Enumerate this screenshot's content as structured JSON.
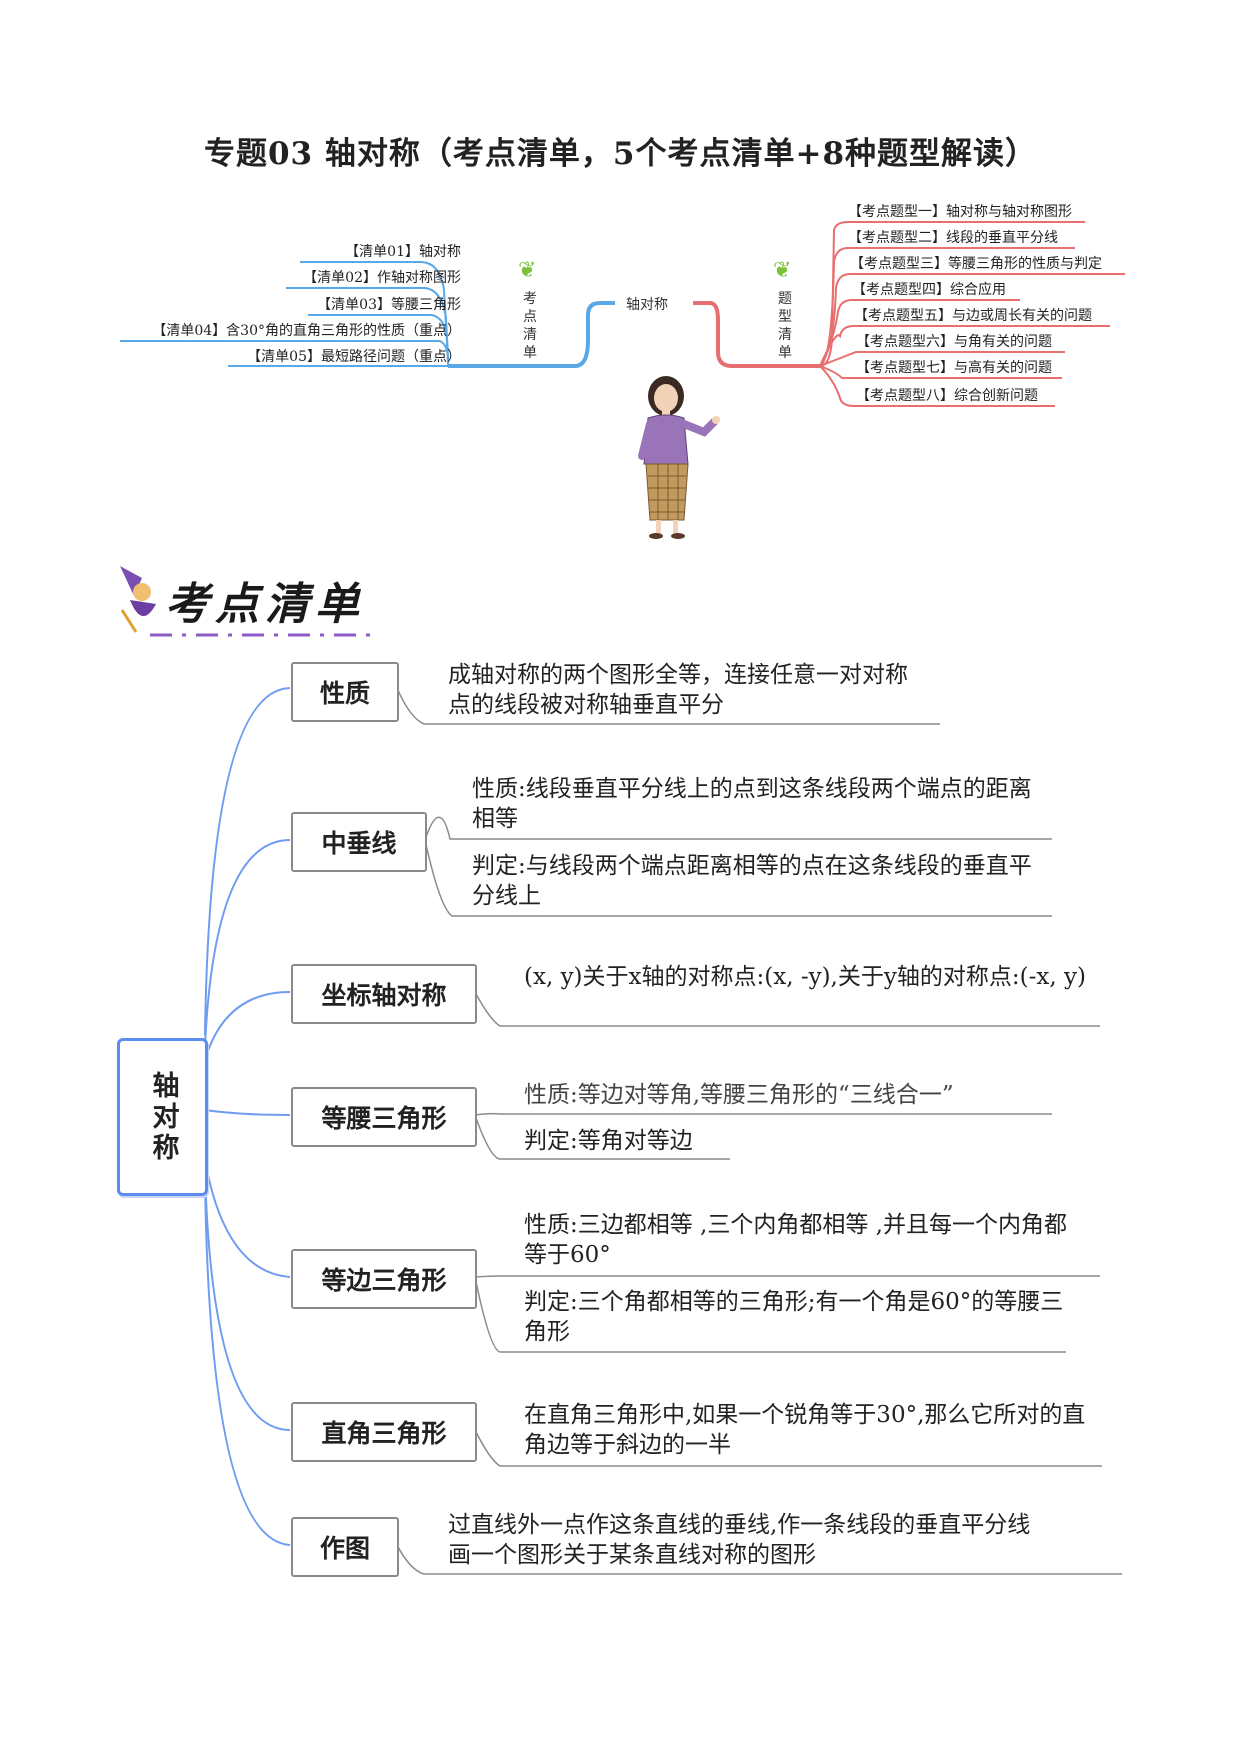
{
  "title": "专题03 轴对称（考点清单，5个考点清单+8种题型解读）",
  "mindmap": {
    "center": "轴对称",
    "left_group": "考点清单",
    "right_group": "题型清单",
    "left_items": [
      "【清单01】轴对称",
      "【清单02】作轴对称图形",
      "【清单03】等腰三角形",
      "【清单04】含30°角的直角三角形的性质（重点）",
      "【清单05】最短路径问题（重点）"
    ],
    "right_items": [
      "【考点题型一】轴对称与轴对称图形",
      "【考点题型二】线段的垂直平分线",
      "【考点题型三】等腰三角形的性质与判定",
      "【考点题型四】综合应用",
      "【考点题型五】与边或周长有关的问题",
      "【考点题型六】与角有关的问题",
      "【考点题型七】与高有关的问题",
      "【考点题型八】综合创新问题"
    ],
    "colors": {
      "left": "#5aa9e6",
      "right": "#e86f6f"
    }
  },
  "banner": "考点清单",
  "tree": {
    "root": "轴对称",
    "branches": [
      {
        "label": "性质",
        "texts": [
          "成轴对称的两个图形全等，连接任意一对对称点的线段被对称轴垂直平分"
        ]
      },
      {
        "label": "中垂线",
        "texts": [
          "性质:线段垂直平分线上的点到这条线段两个端点的距离相等",
          "判定:与线段两个端点距离相等的点在这条线段的垂直平分线上"
        ]
      },
      {
        "label": "坐标轴对称",
        "texts": [
          "(x, y)关于x轴的对称点:(x, -y),关于y轴的对称点:(-x, y)"
        ]
      },
      {
        "label": "等腰三角形",
        "texts": [
          "性质:等边对等角,等腰三角形的“三线合一”",
          "判定:等角对等边"
        ]
      },
      {
        "label": "等边三角形",
        "texts": [
          "性质:三边都相等 ,三个内角都相等 ,并且每一个内角都等于60°",
          "判定:三个角都相等的三角形;有一个角是60°的等腰三角形"
        ]
      },
      {
        "label": "直角三角形",
        "texts": [
          "在直角三角形中,如果一个锐角等于30°,那么它所对的直角边等于斜边的一半"
        ]
      },
      {
        "label": "作图",
        "texts": [
          "过直线外一点作这条直线的垂线,作一条线段的垂直平分线",
          "画一个图形关于某条直线对称的图形"
        ]
      }
    ],
    "line_color": "#6f9cf0"
  }
}
